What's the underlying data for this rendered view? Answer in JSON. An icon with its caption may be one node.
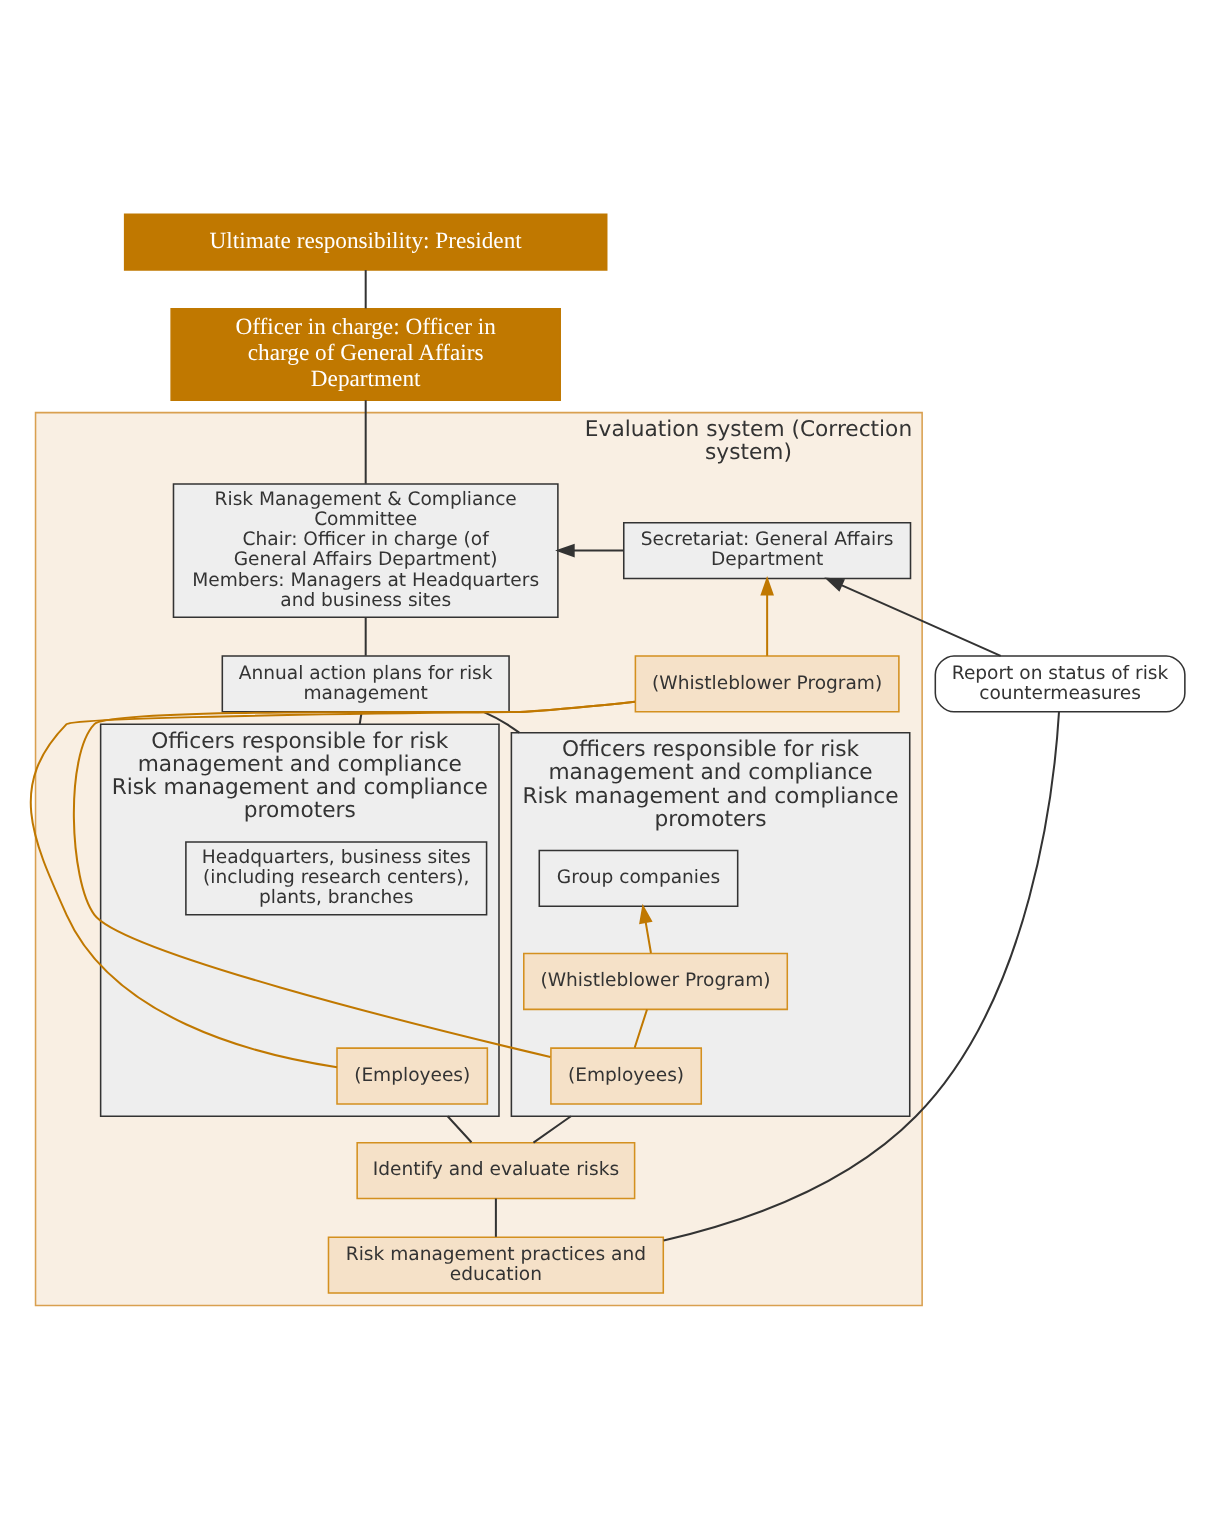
{
  "diagram": {
    "nodes": [
      {
        "text": [
          "Ultimate responsibility: President"
        ]
      },
      {
        "text": [
          "Officer in charge: Officer in charge of General Affairs Department"
        ]
      },
      {
        "text": [
          "Evaluation system (Correction system)"
        ]
      },
      {
        "text": [
          "Risk Management & Compliance Committee",
          "Chair: Officer in charge (of General Affairs Department)",
          "Members: Managers at Headquarters and business sites"
        ],
        "in": 2
      },
      {
        "text": [
          "Secretariat: General Affairs Department"
        ],
        "in": 2
      },
      {
        "text": [
          "Annual action plans for risk management"
        ],
        "in": 2
      },
      {
        "text": [
          "Officers responsible for risk management and compliance",
          "Risk management and compliance promoters"
        ],
        "in": 2
      },
      {
        "text": [
          "Headquarters, business sites (including research centers), plants, branches"
        ],
        "in": 6
      },
      {
        "text": [
          "(Employees)"
        ],
        "in": 6
      },
      {
        "text": [
          "Officers responsible for risk management and compliance",
          "Risk management and compliance promoters"
        ],
        "in": 2
      },
      {
        "text": [
          "Group companies"
        ],
        "in": 9
      },
      {
        "text": [
          "(Whistleblower Program)"
        ],
        "in": 9
      },
      {
        "text": [
          "(Employees)"
        ],
        "in": 9
      },
      {
        "text": [
          "(Whistleblower Program)"
        ],
        "in": 2
      },
      {
        "text": [
          "Report on status of risk countermeasures"
        ]
      },
      {
        "text": [
          "Identify and evaluate risks"
        ],
        "in": 2
      },
      {
        "text": [
          "Risk management practices and education"
        ],
        "in": 2
      }
    ],
    "edges": [
      {
        "from": 0,
        "to": 1,
        "arrow": "none"
      },
      {
        "from": 1,
        "to": 3,
        "arrow": "none"
      },
      {
        "from": 3,
        "to": 5,
        "arrow": "none"
      },
      {
        "from": 5,
        "to": 6,
        "arrow": "none"
      },
      {
        "from": 5,
        "to": 9,
        "arrow": "none"
      },
      {
        "from": 6,
        "to": 15,
        "arrow": "none"
      },
      {
        "from": 9,
        "to": 15,
        "arrow": "none"
      },
      {
        "from": 15,
        "to": 16,
        "arrow": "none"
      },
      {
        "from": 16,
        "to": 14,
        "arrow": "none"
      },
      {
        "from": 14,
        "to": 4,
        "arrow": "to"
      },
      {
        "from": 4,
        "to": 3,
        "arrow": "to"
      },
      {
        "from": 8,
        "to": 13,
        "arrow": "none",
        "color": "#c07800"
      },
      {
        "from": 12,
        "to": 13,
        "arrow": "none",
        "color": "#c07800"
      },
      {
        "from": 13,
        "to": 4,
        "arrow": "to",
        "color": "#c07800"
      },
      {
        "from": 12,
        "to": 11,
        "arrow": "none",
        "color": "#c07800"
      },
      {
        "from": 11,
        "to": 10,
        "arrow": "to",
        "color": "#c07800"
      }
    ]
  }
}
